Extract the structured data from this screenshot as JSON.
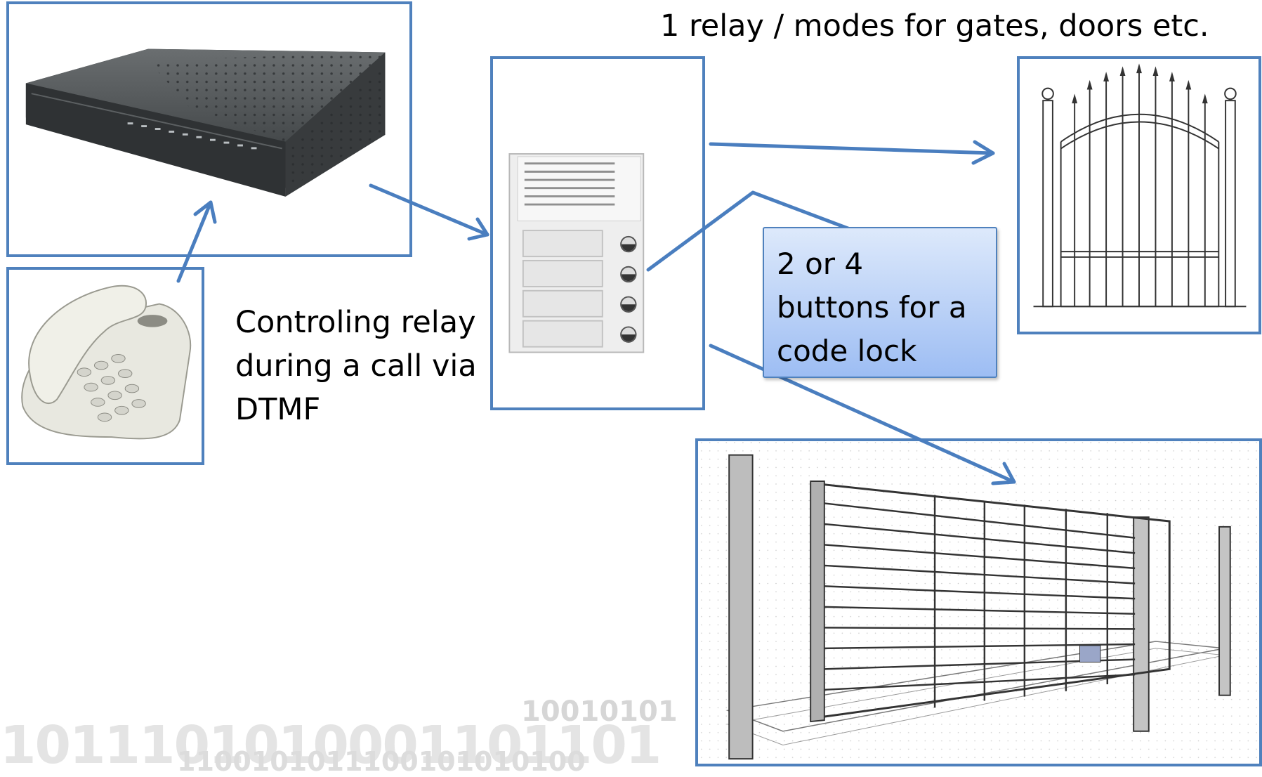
{
  "heading": "1 relay / modes for gates, doors etc.",
  "caption": [
    "Controling relay",
    "during a call via",
    "DTMF"
  ],
  "callout": [
    "2 or 4",
    "buttons for a",
    "code lock"
  ],
  "background_digits": {
    "row1": "10010101",
    "row2": "1011101010001101101",
    "row3": "1100101011100101010100"
  },
  "colors": {
    "accent": "#4f81bd",
    "callout_top": "#dde9fb",
    "callout_bottom": "#9dbdf3"
  },
  "images": [
    {
      "name": "pbx-device-image",
      "icon": "pbx-box"
    },
    {
      "name": "desk-phone-image",
      "icon": "telephone"
    },
    {
      "name": "door-intercom-image",
      "icon": "intercom-panel"
    },
    {
      "name": "pedestrian-gate-image",
      "icon": "arched-gate"
    },
    {
      "name": "sliding-gate-image",
      "icon": "sliding-gate"
    }
  ]
}
